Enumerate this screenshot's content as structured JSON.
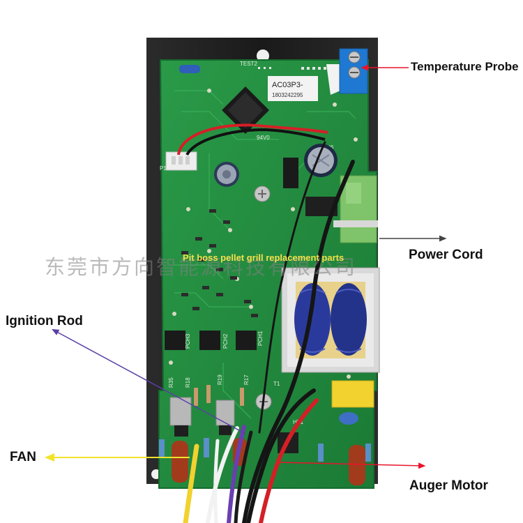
{
  "labels": {
    "temperature_probe": "Temperature Probe",
    "power_cord": "Power Cord",
    "ignition_rod": "Ignition Rod",
    "fan": "FAN",
    "auger_motor": "Auger Motor"
  },
  "board": {
    "model": "AC03P3-",
    "serial": "1803242295",
    "silkscreen": {
      "test": "TEST2",
      "connector": "P1",
      "pch1": "PCH1",
      "pch2": "PCH2",
      "pch3": "PCH3",
      "r35": "R35",
      "r18": "R18",
      "r19": "R19",
      "r17": "R17",
      "ht1": "HT1",
      "t1": "T1",
      "u6": "U6",
      "cert": "94V0"
    }
  },
  "watermark": {
    "cn": "东莞市方向智能源科技有限公司",
    "en": "Pit boss pellet grill replacement parts"
  },
  "colors": {
    "background": "#ffffff",
    "pcb": "#1f8a3c",
    "backplate": "#1e1e1e",
    "arrow_red": "#e8142c",
    "arrow_gray": "#444444",
    "arrow_purple": "#5b3fa6",
    "arrow_yellow": "#f1e32a",
    "transformer": "#2a3a9c",
    "terminal_block": "#1f78d1",
    "inlet_block": "#7fc46a"
  }
}
